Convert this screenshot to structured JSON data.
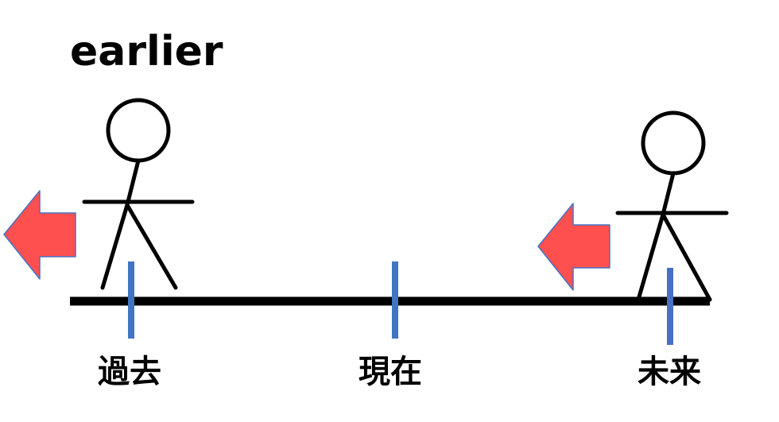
{
  "title": "earlier",
  "timeline": {
    "labels": {
      "past": "過去",
      "present": "現在",
      "future": "未来"
    }
  },
  "colors": {
    "axis": "#000000",
    "tick": "#4472c4",
    "arrow_fill": "#ff5050",
    "arrow_stroke": "#4472c4",
    "figure": "#000000"
  },
  "icons": {
    "left_figure": "stick-figure-icon",
    "right_figure": "stick-figure-icon",
    "left_arrow": "arrow-left-icon",
    "right_arrow": "arrow-left-icon"
  }
}
